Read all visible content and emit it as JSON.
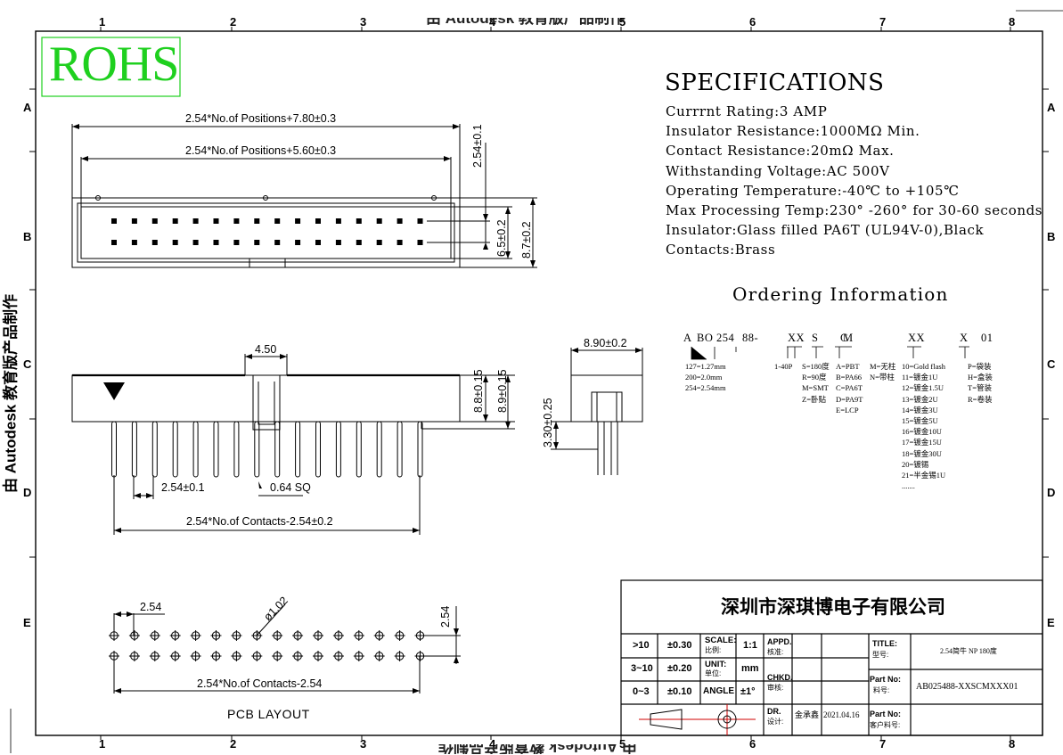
{
  "rohs": "ROHS",
  "watermark_top": "由 Autodesk 教育版产品制作",
  "watermark_left": "由 Autodesk 教育版产品制作",
  "border_columns": [
    "1",
    "2",
    "3",
    "4",
    "5",
    "6",
    "7",
    "8"
  ],
  "border_rows": [
    "A",
    "B",
    "C",
    "D",
    "E"
  ],
  "specifications": {
    "title": "SPECIFICATIONS",
    "lines": [
      "Currrnt Rating:3 AMP",
      "Insulator Resistance:1000MΩ Min.",
      "Contact Resistance:20mΩ Max.",
      "Withstanding Voltage:AC 500V",
      "Operating Temperature:-40℃ to +105℃",
      "Max Processing Temp:230° -260° for 30-60 seconds",
      "Insulator:Glass filled PA6T (UL94V-0),Black",
      "Contacts:Brass"
    ]
  },
  "ordering": {
    "title": "Ordering Information",
    "code_parts": [
      "A",
      "BO",
      "254",
      "88-",
      "XX",
      "S",
      "C",
      "M",
      "XX",
      "X",
      "01"
    ],
    "pitch_options": [
      "127=1.27mm",
      "200=2.0mm",
      "254=2.54mm"
    ],
    "positions": [
      "1-40P"
    ],
    "mount": [
      "S=180度",
      "R=90度",
      "M=SMT",
      "Z=卧贴"
    ],
    "material": [
      "A=PBT",
      "B=PA66",
      "C=PA6T",
      "D=PA9T",
      "E=LCP"
    ],
    "post": [
      "M=无柱",
      "N=带柱"
    ],
    "plating": [
      "10=Gold flash",
      "11=镀金1U",
      "12=镀金1.5U",
      "13=镀金2U",
      "14=镀金3U",
      "15=镀金5U",
      "16=镀金10U",
      "17=镀金15U",
      "18=镀金30U",
      "20=镀锡",
      "21=半金锡1U",
      "......."
    ],
    "packing": [
      "P=袋装",
      "H=盒装",
      "T=管装",
      "R=卷装"
    ]
  },
  "dims": {
    "overall_len": "2.54*No.of Positions+7.80±0.3",
    "inner_len": "2.54*No.of Positions+5.60±0.3",
    "row_pitch": "2.54±0.1",
    "inner_w": "6.5±0.2",
    "outer_w": "8.7±0.2",
    "key_w": "4.50",
    "h1": "8.8±0.15",
    "h2": "8.9±0.15",
    "side_w": "8.90±0.2",
    "side_h": "3.30±0.25",
    "pitch": "2.54±0.1",
    "pin_sq": "0.64 SQ",
    "contacts_len": "2.54*No.of Contacts-2.54±0.2",
    "pcb_pitch": "2.54",
    "pcb_hole": "ø1.02",
    "pcb_row": "2.54",
    "pcb_len": "2.54*No.of Contacts-2.54",
    "pcb_title": "PCB LAYOUT"
  },
  "title_block": {
    "company": "深圳市深琪博电子有限公司",
    "tol_rows": [
      {
        "range": ">10",
        "tol": "±0.30"
      },
      {
        "range": "3~10",
        "tol": "±0.20"
      },
      {
        "range": "0~3",
        "tol": "±0.10"
      }
    ],
    "scale_label": "SCALE:",
    "scale_cn": "比例:",
    "scale_value": "1:1",
    "unit_label": "UNIT:",
    "unit_cn": "单位:",
    "unit_value": "mm",
    "angle_label": "ANGLE",
    "angle_value": "±1°",
    "appd_label": "APPD.",
    "appd_cn": "核准:",
    "chkd_label": "CHKD.",
    "chkd_cn": "审核:",
    "dr_label": "DR.",
    "dr_cn": "设计:",
    "designer": "金承鑫",
    "date": "2021.04.16",
    "title_label": "TITLE:",
    "title_cn": "型号:",
    "title_value": "2.54简牛 NP 180度",
    "partno_label": "Part No:",
    "partno_cn": "料号:",
    "partno_value": "AB025488-XXSCMXXX01",
    "cust_label": "Part No:",
    "cust_cn": "客户料号:"
  }
}
